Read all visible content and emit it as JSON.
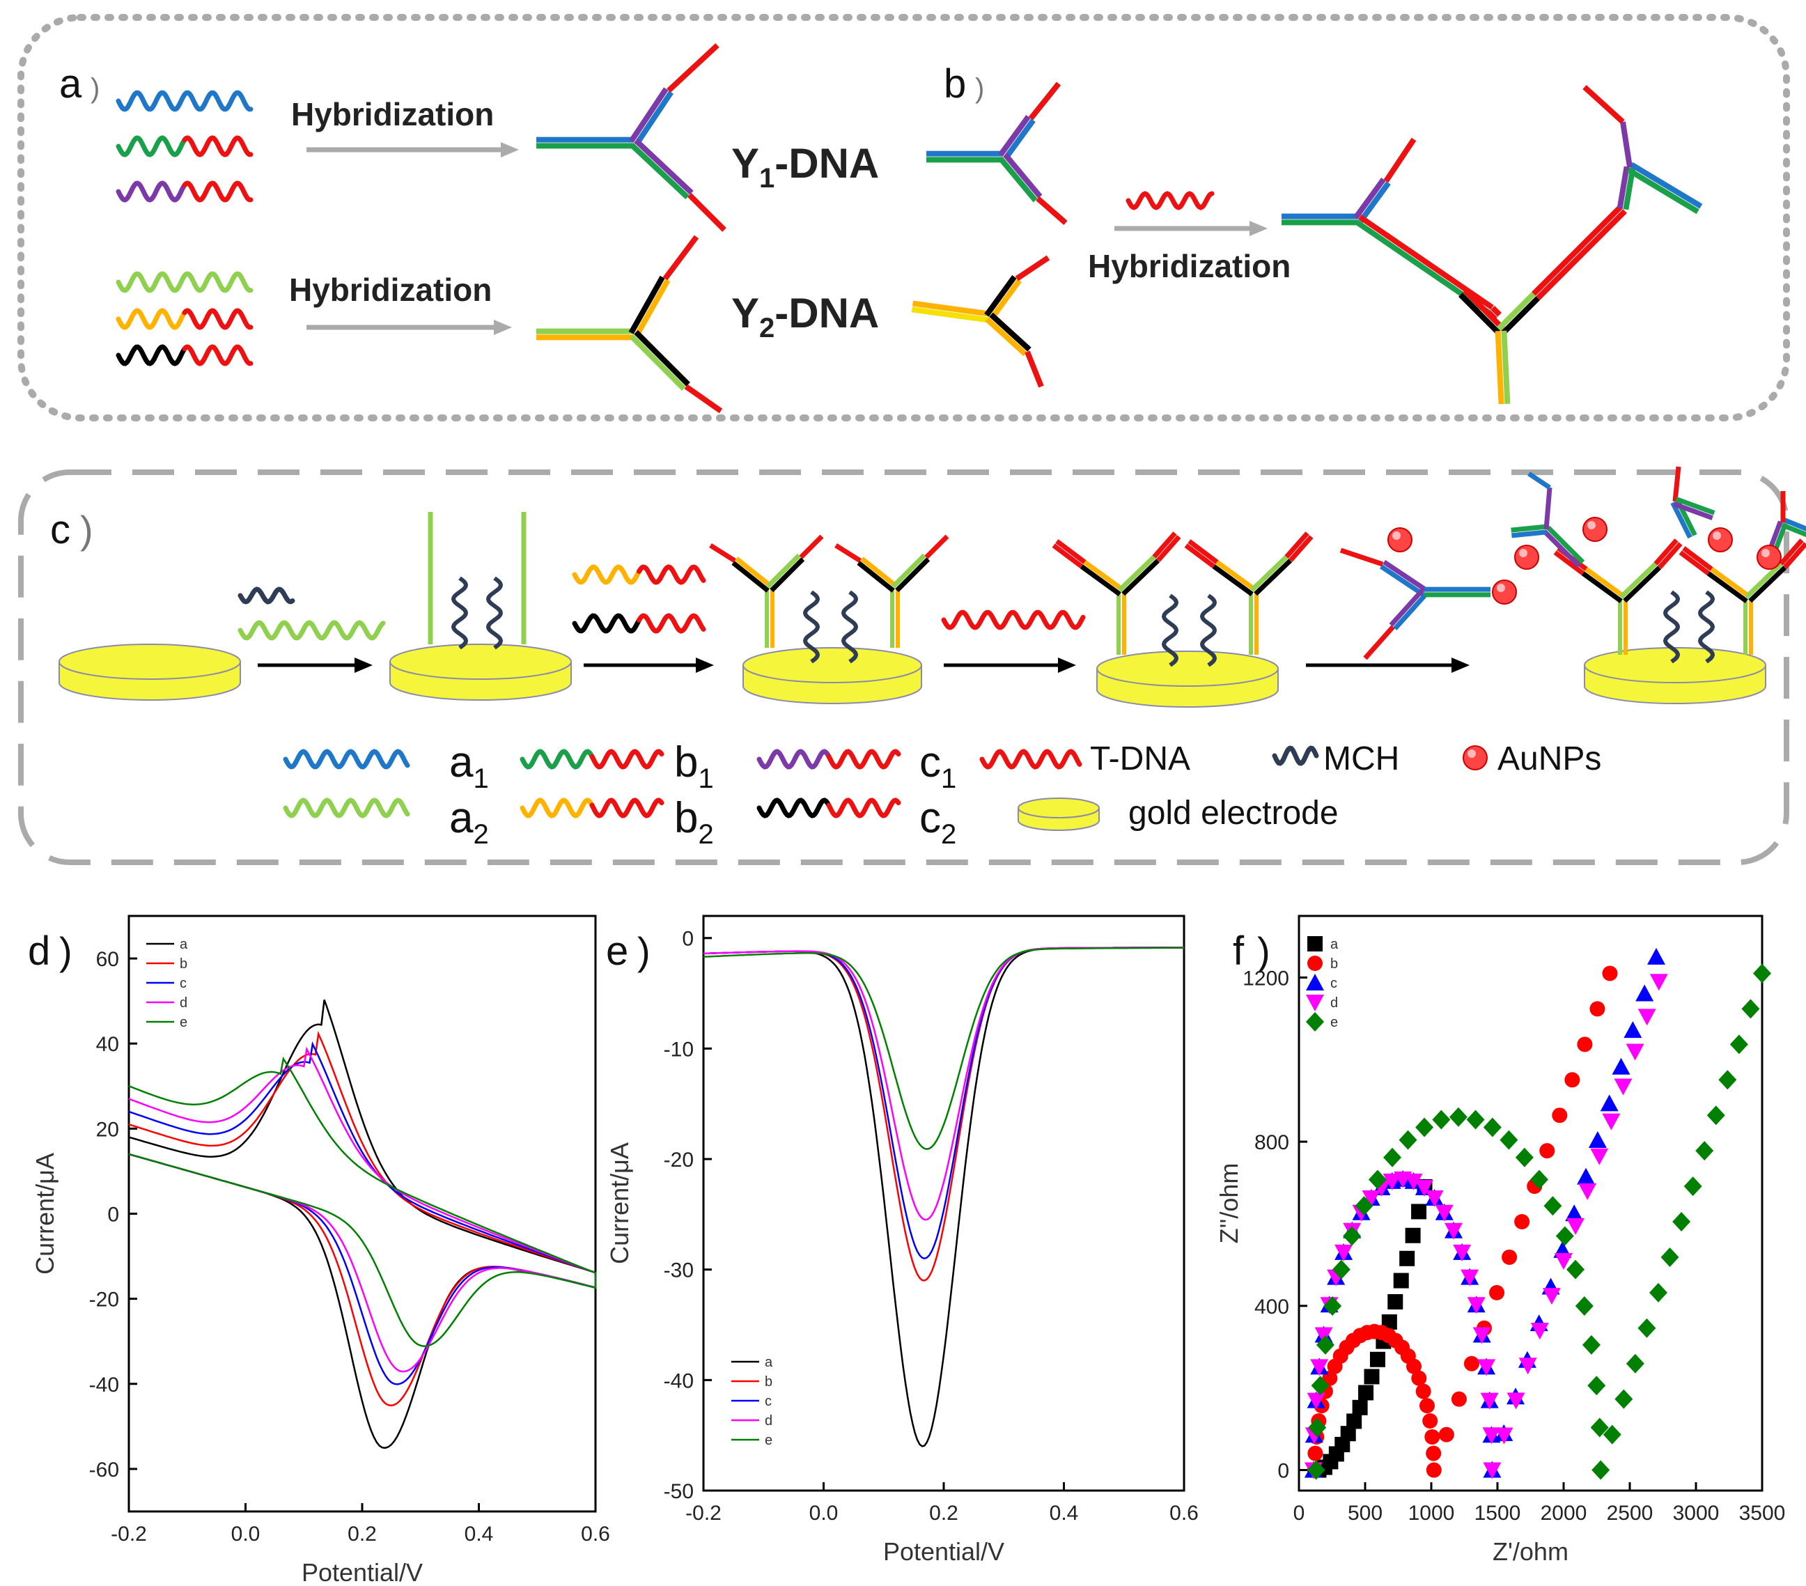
{
  "panels": {
    "a": "a",
    "b": "b",
    "c": "c",
    "d": "d",
    "e": "e",
    "f": "f"
  },
  "text": {
    "hybridization": "Hybridization",
    "y1_main": "Y",
    "y1_sub": "1",
    "y1_rest": "-DNA",
    "y2_main": "Y",
    "y2_sub": "2",
    "y2_rest": "-DNA"
  },
  "legend": {
    "a1": "a",
    "a1_sub": "1",
    "b1": "b",
    "b1_sub": "1",
    "c1": "c",
    "c1_sub": "1",
    "a2": "a",
    "a2_sub": "2",
    "b2": "b",
    "b2_sub": "2",
    "c2": "c",
    "c2_sub": "2",
    "tdna": "T-DNA",
    "mch": "MCH",
    "aunps": "AuNPs",
    "electrode": "gold electrode"
  },
  "colors": {
    "blue": "#1f77c9",
    "green": "#1aa04a",
    "red": "#ee1111",
    "purple": "#7b3aa8",
    "lightgreen": "#8fd14f",
    "orange": "#ffb300",
    "black": "#000000",
    "navy": "#2e3d55",
    "gold": "#f5f53c",
    "gray": "#aaaaaa"
  },
  "chart_data": [
    {
      "type": "line",
      "panel": "d",
      "xlabel": "Potential/V",
      "ylabel": "Current/μA",
      "xlim": [
        -0.2,
        0.6
      ],
      "ylim": [
        -70,
        70
      ],
      "xticks": [
        -0.2,
        0.0,
        0.2,
        0.4,
        0.6
      ],
      "yticks": [
        -60,
        -40,
        -20,
        0,
        20,
        40,
        60
      ],
      "series": [
        {
          "name": "a",
          "color": "#000000",
          "ox": [
            0.13,
            51
          ],
          "rx": [
            0.235,
            -55
          ]
        },
        {
          "name": "b",
          "color": "#ff0000",
          "ox": [
            0.12,
            42
          ],
          "rx": [
            0.245,
            -45
          ]
        },
        {
          "name": "c",
          "color": "#0000ff",
          "ox": [
            0.11,
            38
          ],
          "rx": [
            0.255,
            -40
          ]
        },
        {
          "name": "d",
          "color": "#ff00ff",
          "ox": [
            0.1,
            35
          ],
          "rx": [
            0.265,
            -37
          ]
        },
        {
          "name": "e",
          "color": "#008000",
          "ox": [
            0.06,
            30
          ],
          "rx": [
            0.3,
            -31
          ]
        }
      ]
    },
    {
      "type": "line",
      "panel": "e",
      "xlabel": "Potential/V",
      "ylabel": "Current/μA",
      "xlim": [
        -0.2,
        0.6
      ],
      "ylim": [
        -50,
        2
      ],
      "xticks": [
        -0.2,
        0.0,
        0.2,
        0.4,
        0.6
      ],
      "yticks": [
        0,
        -10,
        -20,
        -30,
        -40,
        -50
      ],
      "series": [
        {
          "name": "a",
          "color": "#000000",
          "peak_x": 0.165,
          "peak_y": -46
        },
        {
          "name": "b",
          "color": "#ff0000",
          "peak_x": 0.167,
          "peak_y": -31
        },
        {
          "name": "c",
          "color": "#0000ff",
          "peak_x": 0.168,
          "peak_y": -29
        },
        {
          "name": "d",
          "color": "#ff00ff",
          "peak_x": 0.17,
          "peak_y": -25.5
        },
        {
          "name": "e",
          "color": "#008000",
          "peak_x": 0.172,
          "peak_y": -19
        }
      ]
    },
    {
      "type": "scatter",
      "panel": "f",
      "xlabel": "Z'/ohm",
      "ylabel": "Z''/ohm",
      "xlim": [
        0,
        3500
      ],
      "ylim": [
        -50,
        1350
      ],
      "xticks": [
        0,
        500,
        1000,
        1500,
        2000,
        2500,
        3000,
        3500
      ],
      "yticks": [
        0,
        400,
        800,
        1200
      ],
      "series": [
        {
          "name": "a",
          "color": "#000000",
          "marker": "square",
          "x0": 150,
          "rct": 700,
          "top_x": 950,
          "top_y": 690
        },
        {
          "name": "b",
          "color": "#ff0000",
          "marker": "circle",
          "x0": 120,
          "rct": 900,
          "top_x": 2350,
          "top_y": 1210
        },
        {
          "name": "c",
          "color": "#0000ff",
          "marker": "triangle-up",
          "x0": 110,
          "rct": 1350,
          "top_x": 2700,
          "top_y": 1250
        },
        {
          "name": "d",
          "color": "#ff00ff",
          "marker": "triangle-down",
          "x0": 110,
          "rct": 1350,
          "top_x": 2720,
          "top_y": 1190
        },
        {
          "name": "e",
          "color": "#008000",
          "marker": "diamond",
          "x0": 130,
          "rct": 2150,
          "top_x": 3500,
          "top_y": 1210
        }
      ]
    }
  ]
}
